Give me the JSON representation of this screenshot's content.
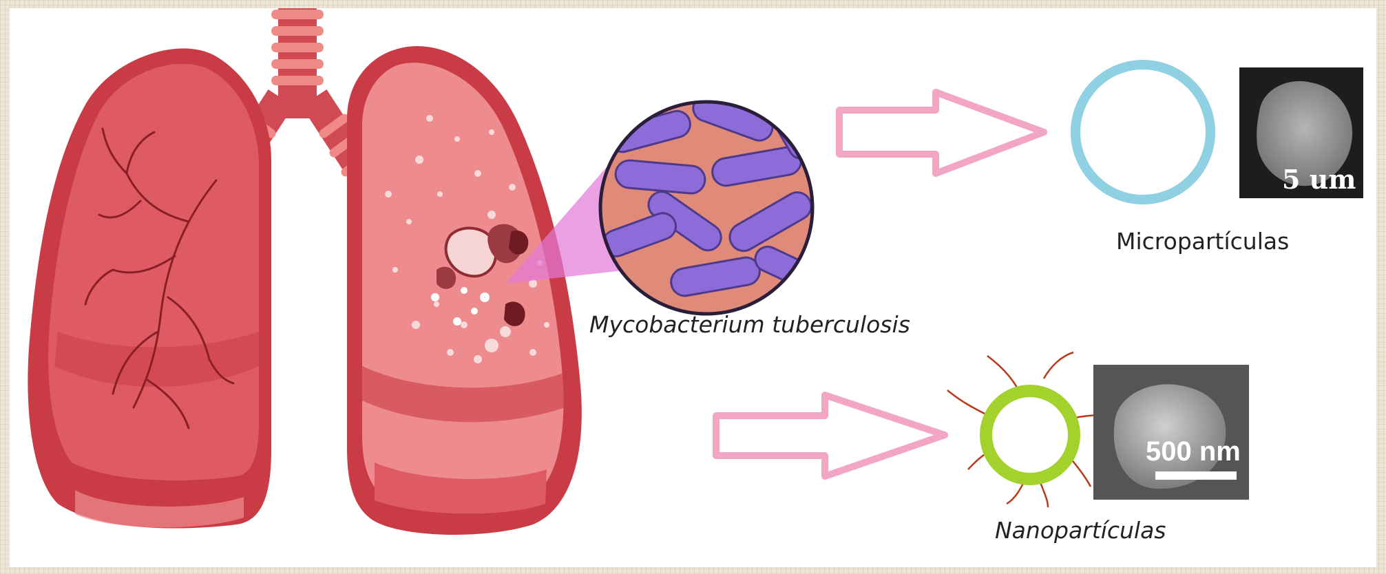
{
  "labels": {
    "bacterium": "Mycobacterium tuberculosis",
    "micro": "Micropartículas",
    "nano": "Nanopartículas"
  },
  "scale_bars": {
    "micro": "5 um",
    "nano": "500 nm"
  },
  "colors": {
    "lung_dark": "#c93c45",
    "lung_mid": "#df5b63",
    "lung_light": "#ee8b8e",
    "arrow": "#f3a6c4",
    "micro_ring": "#8fd0e3",
    "nano_ring": "#a2d22b",
    "nano_spikes": "#b8391b",
    "bacteria": "#8d6bd8",
    "bacteria_bg": "#e08a7a"
  }
}
